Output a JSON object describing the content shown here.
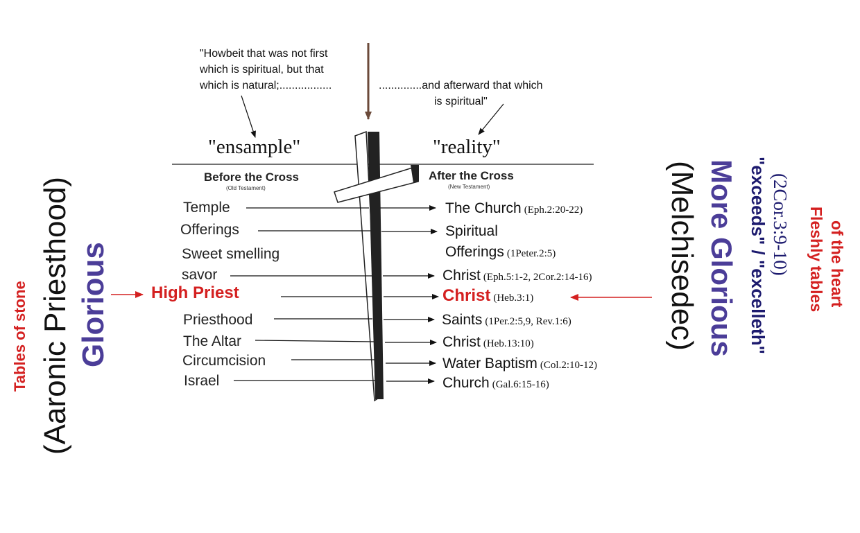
{
  "quotes": {
    "left_lines": [
      "\"Howbeit that was not first",
      "which is spiritual, but that",
      "which is natural;................."
    ],
    "right_lines": [
      "..............and afterward that which",
      "is spiritual\""
    ]
  },
  "headers": {
    "left_title": "\"ensample\"",
    "right_title": "\"reality\"",
    "left_sub": "Before the Cross",
    "left_subsmall": "(Old Testament)",
    "right_sub": "After the Cross",
    "right_subsmall": "(New Testament)"
  },
  "rows_left": [
    "Temple",
    "Offerings",
    "Sweet smelling",
    "savor",
    "High Priest",
    "Priesthood",
    "The Altar",
    "Circumcision",
    "Israel"
  ],
  "rows_right": [
    {
      "label": "The Church",
      "ref": "(Eph.2:20-22)"
    },
    {
      "label": "Spiritual",
      "ref": ""
    },
    {
      "label": "Offerings",
      "ref": "(1Peter.2:5)"
    },
    {
      "label": "Christ",
      "ref": "(Eph.5:1-2, 2Cor.2:14-16)"
    },
    {
      "label": "Christ",
      "ref": "(Heb.3:1)"
    },
    {
      "label": "Saints",
      "ref": "(1Per.2:5,9, Rev.1:6)"
    },
    {
      "label": "Christ",
      "ref": "(Heb.13:10)"
    },
    {
      "label": "Water Baptism",
      "ref": "(Col.2:10-12)"
    },
    {
      "label": "Church",
      "ref": "(Gal.6:15-16)"
    }
  ],
  "side_left": {
    "tables_of_stone": "Tables of stone",
    "aaronic": "(Aaronic Priesthood)",
    "glorious": "Glorious"
  },
  "side_right": {
    "melchisedec": "(Melchisedec)",
    "more_glorious": "More Glorious",
    "exceeds": "\"exceeds\" / \"excelleth\"",
    "ref": "(2Cor.3:9-10)",
    "fleshly_1": "Fleshly tables",
    "fleshly_2": "of the heart"
  },
  "colors": {
    "red": "#d42020",
    "purple": "#4b3d98",
    "navy": "#1c1a6e",
    "arrow_brown": "#6b4a3a"
  }
}
